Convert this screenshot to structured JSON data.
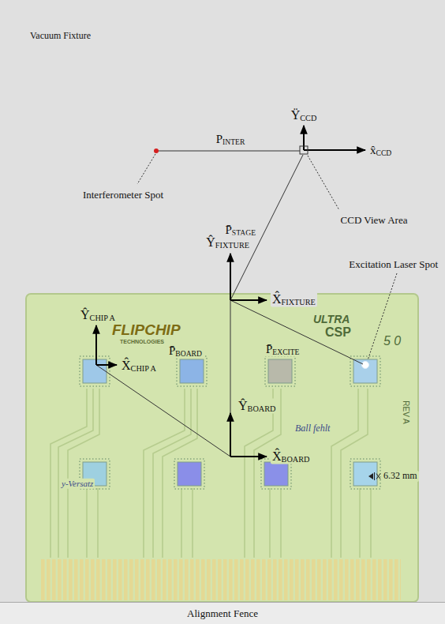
{
  "diagram": {
    "nodes": [
      {
        "text": [
          "Vacuum Fixture"
        ]
      },
      {
        "text": [
          "Alignment Fence"
        ]
      }
    ],
    "labels": [
      "ŸCCD",
      "x̂CCD",
      "PINTER",
      "Interferometer Spot",
      "P̄STAGE",
      "CCD View Area",
      "ŶFIXTURE",
      "X̂FIXTURE",
      "Excitation Laser Spot",
      "ŶCHIP A",
      "X̂CHIP A",
      "P̄BOARD",
      "P̄EXCITE",
      "ŶBOARD",
      "X̂BOARD",
      "6.32 mm",
      "FLIPCHIP",
      "TECHNOLOGIES",
      "ULTRA",
      "CSP",
      "5 0",
      "REV A",
      "Ball fehlt",
      "y-Versatz"
    ]
  }
}
